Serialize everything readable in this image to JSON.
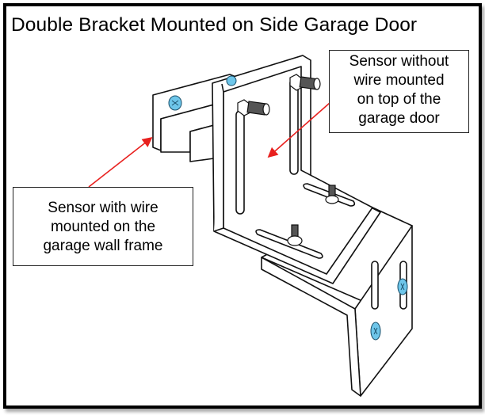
{
  "title": "Double Bracket Mounted on Side Garage Door",
  "callouts": {
    "top_right": {
      "lines": [
        "Sensor without",
        "wire mounted",
        "on top of the",
        "garage door"
      ],
      "points_to": "upper bracket (door top)"
    },
    "left": {
      "lines": [
        "Sensor with wire",
        "mounted on the",
        "garage wall frame"
      ],
      "points_to": "rear sensor bracket (wall frame)"
    }
  },
  "colors": {
    "frame_border": "#000000",
    "arrow": "#e8201e",
    "screw_fill": "#6ec6ea",
    "line": "#111111",
    "background": "#ffffff"
  },
  "icons": {
    "screw": "blue-phillips-screw-icon",
    "bolt": "threaded-bolt-icon",
    "arrow": "red-pointer-arrow"
  }
}
